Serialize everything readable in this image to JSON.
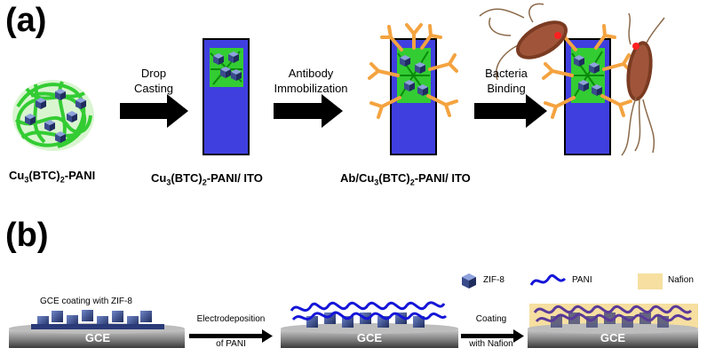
{
  "panel_a": {
    "label": "(a)",
    "composite_label_main": "Cu",
    "composite_sub1": "3",
    "composite_mid": "(BTC)",
    "composite_sub2": "2",
    "composite_tail": "-PANI",
    "electrode_tail": "-PANI/ ITO",
    "antibody_prefix": "Ab/Cu",
    "step1_line1": "Drop",
    "step1_line2": "Casting",
    "step2_line1": "Antibody",
    "step2_line2": "Immobilization",
    "step3_line1": "Bacteria",
    "step3_line2": "Binding"
  },
  "panel_b": {
    "label": "(b)",
    "coating_caption": "GCE coating with ZIF-8",
    "electrode_label": "GCE",
    "step1_line1": "Electrodeposition",
    "step1_line2": "of PANI",
    "step2_line1": "Coating",
    "step2_line2": "with Nafion",
    "legend": [
      {
        "name": "ZIF-8"
      },
      {
        "name": "PANI"
      },
      {
        "name": "Nafion"
      }
    ]
  },
  "colors": {
    "electrode_blue": "#3f3fe0",
    "pani_green": "#33cc33",
    "mof_cube": "#3a4b8c",
    "antibody_orange": "#f4a340",
    "nafion_yellow": "#f6dfa0",
    "gce_gray": "#7a7a7a"
  }
}
